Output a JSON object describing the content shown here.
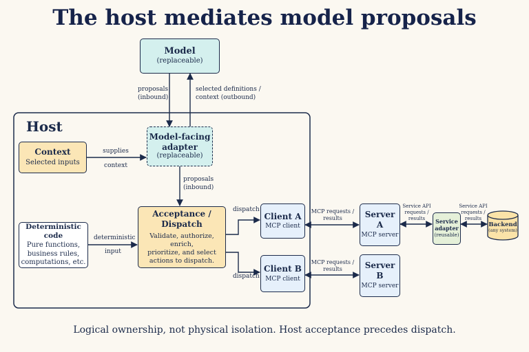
{
  "title": "The host mediates model proposals",
  "footer": "Logical ownership, not physical isolation. Host acceptance precedes dispatch.",
  "host_label": "Host",
  "model": {
    "title": "Model",
    "sub": "(replaceable)"
  },
  "adapter": {
    "title_1": "Model-facing",
    "title_2": "adapter",
    "sub": "(replaceable)"
  },
  "context": {
    "title": "Context",
    "sub": "Selected inputs"
  },
  "deterministic": {
    "title": "Deterministic code",
    "lines": [
      "Pure functions,",
      "business rules,",
      "computations, etc."
    ]
  },
  "acceptance": {
    "title": "Acceptance / Dispatch",
    "lines": [
      "Validate, authorize, enrich,",
      "prioritize, and select",
      "actions to dispatch."
    ]
  },
  "client_a": {
    "title": "Client A",
    "sub": "MCP client"
  },
  "client_b": {
    "title": "Client B",
    "sub": "MCP client"
  },
  "server_a": {
    "title": "Server A",
    "sub": "MCP server"
  },
  "server_b": {
    "title": "Server B",
    "sub": "MCP server"
  },
  "service_adapter": {
    "title_1": "Service",
    "title_2": "adapter",
    "sub": "(reusable)"
  },
  "backend": {
    "title": "Backend",
    "sub": "(any system)"
  },
  "edges": {
    "proposals_inbound_top": [
      "proposals",
      "(inbound)"
    ],
    "selected_definitions": [
      "selected definitions /",
      "context (outbound)"
    ],
    "supplies_context": [
      "supplies",
      "context"
    ],
    "proposals_inbound_mid": [
      "proposals",
      "(inbound)"
    ],
    "deterministic_input": [
      "deterministic",
      "input"
    ],
    "dispatch_a": "dispatch",
    "dispatch_b": "dispatch",
    "mcp_a": [
      "MCP requests /",
      "results"
    ],
    "mcp_b": [
      "MCP requests /",
      "results"
    ],
    "service_api_1": [
      "Service API",
      "requests /",
      "results"
    ],
    "service_api_2": [
      "Service API",
      "requests /",
      "results"
    ]
  },
  "colors": {
    "background": "#fbf8f1",
    "ink": "#1b2a4a",
    "model_fill": "#d4f0ee",
    "context_fill": "#fbe6b6",
    "acceptance_fill": "#fbe6b6",
    "mcp_fill": "#e6f0fb",
    "service_adapter_fill": "#e5f0d9",
    "backend_fill": "#fbe3a8"
  }
}
